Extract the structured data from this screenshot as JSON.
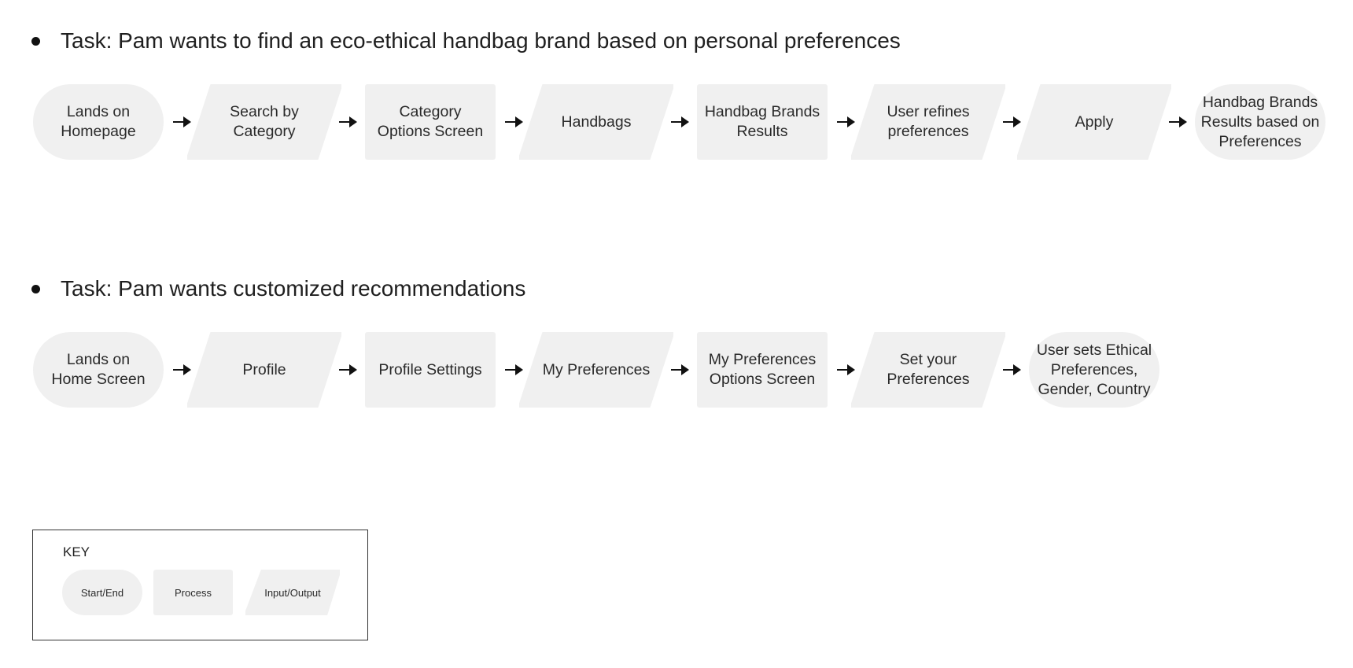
{
  "colors": {
    "node_fill": "#f0f0f0",
    "text": "#1f1f1f",
    "arrow": "#111111",
    "key_border": "#333333"
  },
  "flows": [
    {
      "task_label": "Task: Pam wants to find an eco-ethical handbag brand based on personal preferences",
      "steps": [
        {
          "type": "start_end",
          "label": "Lands on\nHomepage"
        },
        {
          "type": "input_output",
          "label": "Search by\nCategory"
        },
        {
          "type": "process",
          "label": "Category\nOptions Screen"
        },
        {
          "type": "input_output",
          "label": "Handbags"
        },
        {
          "type": "process",
          "label": "Handbag Brands\nResults"
        },
        {
          "type": "input_output",
          "label": "User refines\npreferences"
        },
        {
          "type": "input_output",
          "label": "Apply"
        },
        {
          "type": "start_end",
          "label": "Handbag Brands\nResults based on\nPreferences"
        }
      ]
    },
    {
      "task_label": "Task: Pam wants customized recommendations",
      "steps": [
        {
          "type": "start_end",
          "label": "Lands on\nHome Screen"
        },
        {
          "type": "input_output",
          "label": "Profile"
        },
        {
          "type": "process",
          "label": "Profile Settings"
        },
        {
          "type": "input_output",
          "label": "My Preferences"
        },
        {
          "type": "process",
          "label": "My Preferences\nOptions  Screen"
        },
        {
          "type": "input_output",
          "label": "Set your\nPreferences"
        },
        {
          "type": "start_end",
          "label": "User sets Ethical\nPreferences,\nGender, Country"
        }
      ]
    }
  ],
  "key": {
    "title": "KEY",
    "start_end": "Start/End",
    "process": "Process",
    "input_output": "Input/Output"
  }
}
